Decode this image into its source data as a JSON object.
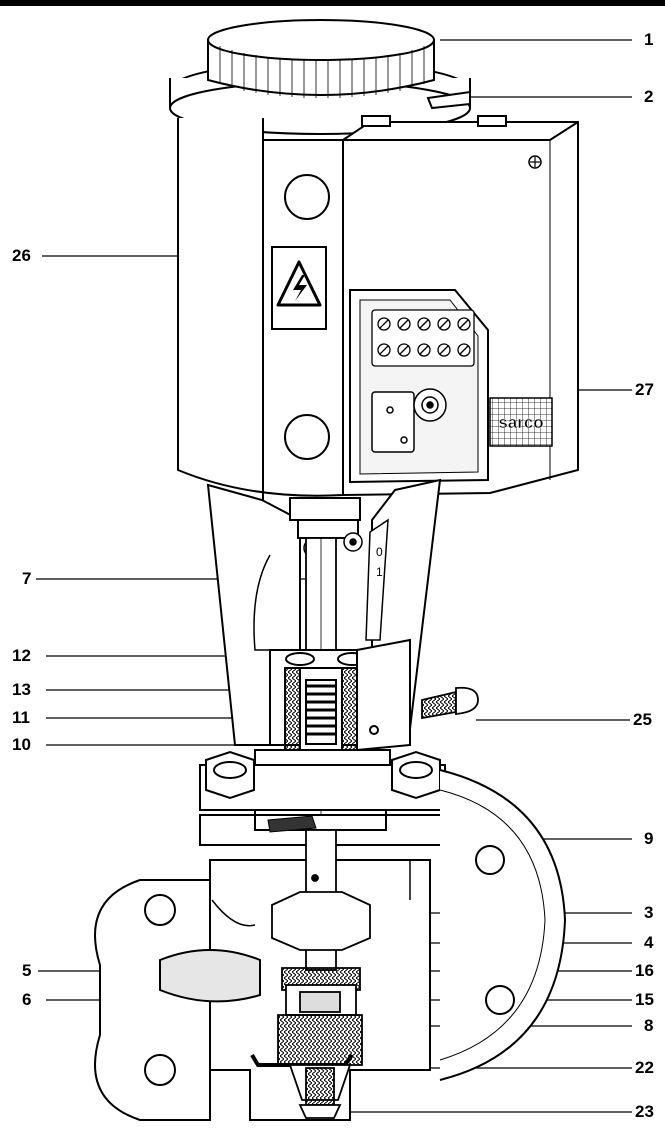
{
  "callouts": {
    "c1": "1",
    "c2": "2",
    "c26": "26",
    "c27": "27",
    "c7": "7",
    "c12": "12",
    "c13": "13",
    "c11": "11",
    "c10": "10",
    "c25": "25",
    "c9": "9",
    "c3": "3",
    "c4": "4",
    "c5": "5",
    "c16": "16",
    "c6": "6",
    "c15": "15",
    "c8": "8",
    "c22": "22",
    "c23": "23"
  },
  "actuator": {
    "brand_plate": "sarco",
    "scale_top": "0",
    "scale_bottom": "1"
  },
  "colors": {
    "line": "#000000",
    "background": "#ffffff",
    "section_fill": "#555555",
    "body_shade": "#cfcfcf"
  },
  "icons": {
    "warning": "high-voltage-warning-icon"
  }
}
